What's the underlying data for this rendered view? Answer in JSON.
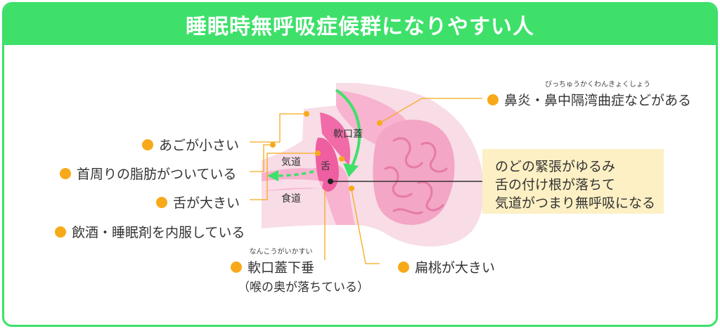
{
  "title": "睡眠時無呼吸症候群になりやすい人",
  "labels": {
    "small_jaw": "あごが小さい",
    "thick_neck": "首周りの脂肪がついている",
    "large_tongue": "舌が大きい",
    "drinking": "飲酒・睡眠剤を内服している",
    "soft_palate_droop": "軟口蓋下垂",
    "soft_palate_droop_ruby": "なんこうがいかすい",
    "soft_palate_droop_sub": "（喉の奥が落ちている）",
    "large_tonsils": "扁桃が大きい",
    "nasal": "鼻炎・鼻中隔湾曲症などがある",
    "nasal_ruby": "びっちゅうかくわんきょくしょう"
  },
  "inner": {
    "soft_palate": "軟口蓋",
    "airway": "気道",
    "tongue": "舌",
    "esophagus": "食道"
  },
  "note": {
    "lines": [
      "のどの緊張がゆるみ",
      "舌の付け根が落ちて",
      "気道がつまり無呼吸になる"
    ]
  },
  "colors": {
    "accent_green": "#3ee06a",
    "dot_orange": "#f8a91a",
    "note_bg": "#fdf0c4",
    "skin": "#f8dce6",
    "pink_mid": "#f7b3cf",
    "pink_dark": "#ee5ea0",
    "brain": "#f3a6c5"
  }
}
